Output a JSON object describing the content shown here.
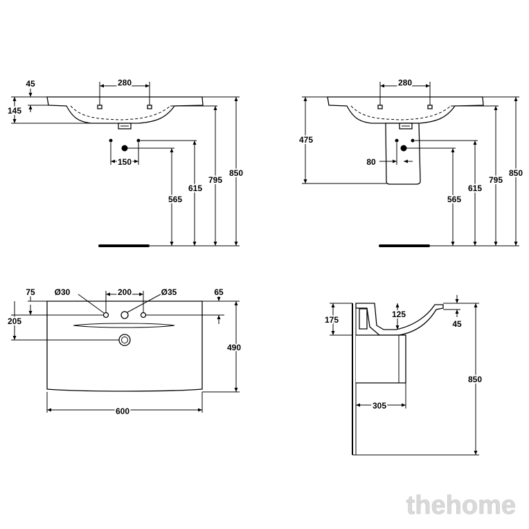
{
  "front_view": {
    "dim_tap_spacing": "280",
    "dim_rim_thickness": "45",
    "dim_basin_depth": "145",
    "dim_waste_spacing": "150",
    "dim_565": "565",
    "dim_615": "615",
    "dim_795": "795",
    "dim_850": "850"
  },
  "front_view_pedestal": {
    "dim_tap_spacing": "280",
    "dim_475": "475",
    "dim_80": "80",
    "dim_565": "565",
    "dim_615": "615",
    "dim_795": "795",
    "dim_850": "850"
  },
  "top_view": {
    "dim_75": "75",
    "dim_hole_30": "Ø30",
    "dim_200": "200",
    "dim_hole_35": "Ø35",
    "dim_65": "65",
    "dim_205": "205",
    "dim_490": "490",
    "dim_width": "600"
  },
  "side_view": {
    "dim_175": "175",
    "dim_125": "125",
    "dim_45": "45",
    "dim_850": "850",
    "dim_305": "305"
  },
  "watermark": "thehome"
}
